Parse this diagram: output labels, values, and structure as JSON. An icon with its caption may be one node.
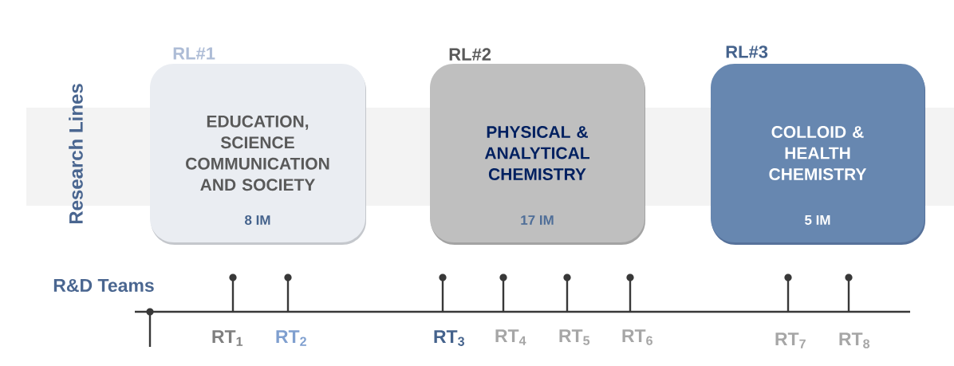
{
  "diagram": {
    "nodes": [
      {
        "text": [
          "RL#1",
          "EDUCATION, SCIENCE COMMUNICATION AND SOCIETY",
          "8 IM"
        ]
      },
      {
        "text": [
          "RL#2",
          "PHYSICAL & ANALYTICAL CHEMISTRY",
          "17 IM"
        ]
      },
      {
        "text": [
          "RL#3",
          "COLLOID & HEALTH CHEMISTRY",
          "5 IM"
        ]
      }
    ],
    "labels": [
      "Research Lines",
      "R&D Teams",
      "RT$_{1}$",
      "RT$_{2}$",
      "RT$_{3}$",
      "RT$_{4}$",
      "RT$_{5}$",
      "RT$_{6}$",
      "RT$_{7}$",
      "RT$_{8}$"
    ]
  }
}
